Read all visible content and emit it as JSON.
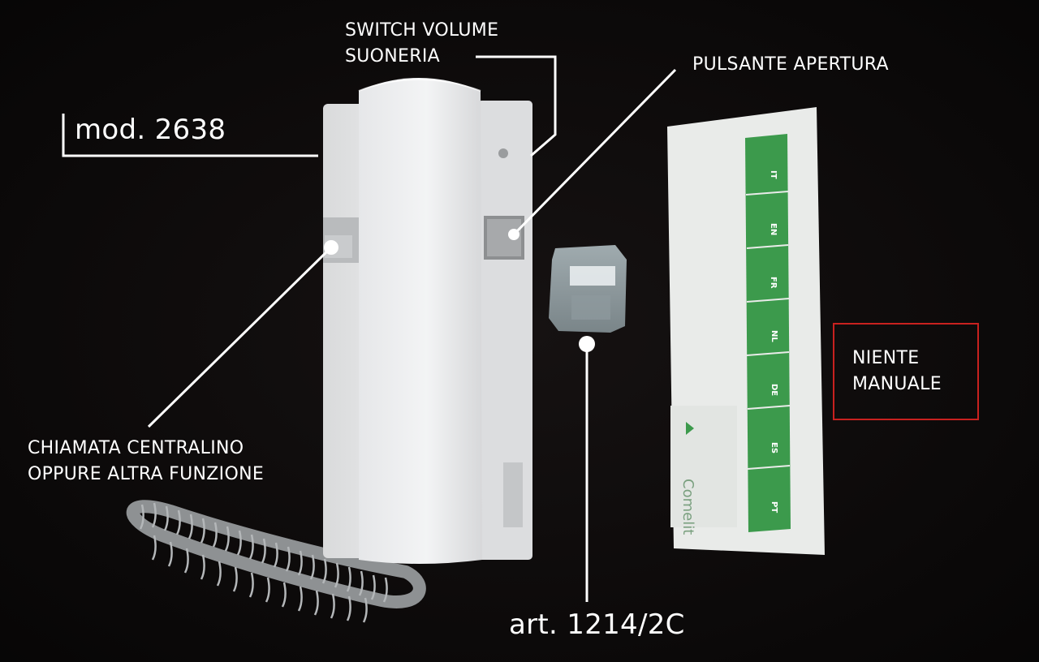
{
  "annotations": {
    "switch_volume": [
      "SWITCH VOLUME",
      "SUONERIA"
    ],
    "pulsante_apertura": "PULSANTE APERTURA",
    "model": "mod. 2638",
    "chiamata": [
      "CHIAMATA CENTRALINO",
      "OPPURE ALTRA FUNZIONE"
    ],
    "article": "art. 1214/2C",
    "niente_manuale": [
      "NIENTE",
      "MANUALE"
    ]
  },
  "manual": {
    "brand": "Comelit",
    "language_codes": [
      "IT",
      "EN",
      "FR",
      "NL",
      "DE",
      "ES",
      "PT"
    ]
  },
  "colors": {
    "background": "#0a0808",
    "label_text": "#ffffff",
    "niente_border": "#c8211f",
    "manual_green": "#3c9a4c"
  }
}
